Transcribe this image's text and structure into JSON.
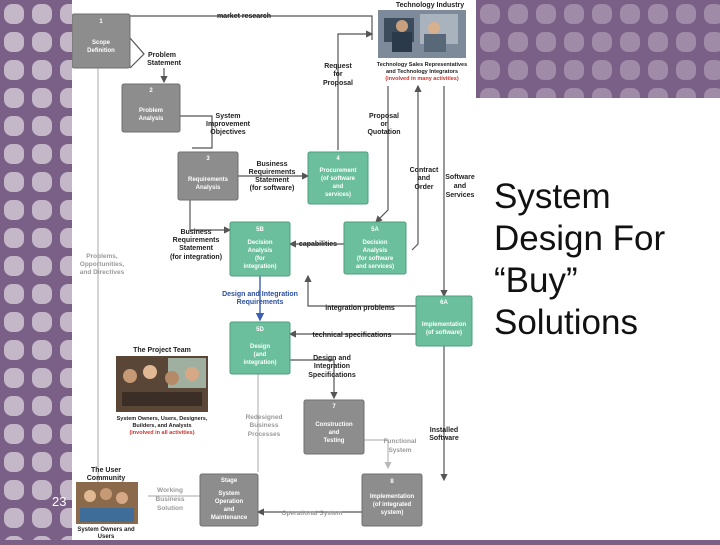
{
  "slide": {
    "title": "System\nDesign For\n“Buy”\nSolutions",
    "number": "23"
  },
  "colors": {
    "background": "#7a5f86",
    "phase_box": "#8d8d8d",
    "implementation_box": "#6bbf9c",
    "accent_red": "#d0302a"
  },
  "diagram": {
    "boxes": {
      "b1": {
        "num": "1",
        "l1": "Scope",
        "l2": "Definition"
      },
      "b2": {
        "num": "2",
        "l1": "Problem",
        "l2": "Analysis"
      },
      "b3": {
        "num": "3",
        "l1": "Requirements",
        "l2": "Analysis"
      },
      "b4": {
        "num": "4",
        "l1": "Procurement",
        "l2": "(of software",
        "l3": "and",
        "l4": "services)"
      },
      "b5a": {
        "num": "5A",
        "l1": "Decision",
        "l2": "Analysis",
        "l3": "(for software",
        "l4": "and services)"
      },
      "b5b": {
        "num": "5B",
        "l1": "Decision",
        "l2": "Analysis",
        "l3": "(for",
        "l4": "integration)"
      },
      "b5d": {
        "num": "5D",
        "l1": "Design",
        "l2": "(and",
        "l3": "integration)"
      },
      "b6a": {
        "num": "6A",
        "l1": "Implementation",
        "l2": "(of software)"
      },
      "b7": {
        "num": "7",
        "l1": "Construction",
        "l2": "and",
        "l3": "Testing"
      },
      "b8": {
        "num": "8",
        "l1": "Implementation",
        "l2": "(of integrated",
        "l3": "system)"
      },
      "stage": {
        "num": "Stage",
        "l1": "System",
        "l2": "Operation",
        "l3": "and",
        "l4": "Maintenance"
      }
    },
    "labels": {
      "market_research": "market research",
      "tech_industry": "Technology Industry",
      "tech_reps_1": "Technology Sales Representatives",
      "tech_reps_2": "and Technology Integrators",
      "tech_reps_3": "(involved in many activities)",
      "problem_statement_1": "Problem",
      "problem_statement_2": "Statement",
      "request_1": "Request",
      "request_2": "for",
      "request_3": "Proposal",
      "objectives_1": "System",
      "objectives_2": "Improvement",
      "objectives_3": "Objectives",
      "proposal_1": "Proposal",
      "proposal_2": "or",
      "proposal_3": "Quotation",
      "brs_1": "Business",
      "brs_2": "Requirements",
      "brs_3": "Statement",
      "brs_4": "(for software)",
      "contract_1": "Contract",
      "contract_2": "and",
      "contract_3": "Order",
      "software_1": "Software",
      "software_2": "and",
      "software_3": "Services",
      "bri_1": "Business",
      "bri_2": "Requirements",
      "bri_3": "Statement",
      "bri_4": "(for integration)",
      "capabilities": "capabilities",
      "problems_1": "Problems,",
      "problems_2": "Opportunities,",
      "problems_3": "and Directives",
      "dir_1": "Design and Integration",
      "dir_2": "Requirements",
      "integration_problems": "integration problems",
      "tech_specs": "technical specifications",
      "project_team": "The Project Team",
      "dis_1": "Design and",
      "dis_2": "Integration",
      "dis_3": "Specifications",
      "team_1": "System Owners, Users, Designers,",
      "team_2": "Builders, and Analysts",
      "team_3": "(involved in all activities)",
      "rbp_1": "Redesigned",
      "rbp_2": "Business",
      "rbp_3": "Processes",
      "installed_1": "Installed",
      "installed_2": "Software",
      "functional_1": "Functional",
      "functional_2": "System",
      "user_comm_1": "The User",
      "user_comm_2": "Community",
      "wbs_1": "Working",
      "wbs_2": "Business",
      "wbs_3": "Solution",
      "operational": "Operational System",
      "owners_1": "System Owners and",
      "owners_2": "Users"
    }
  }
}
